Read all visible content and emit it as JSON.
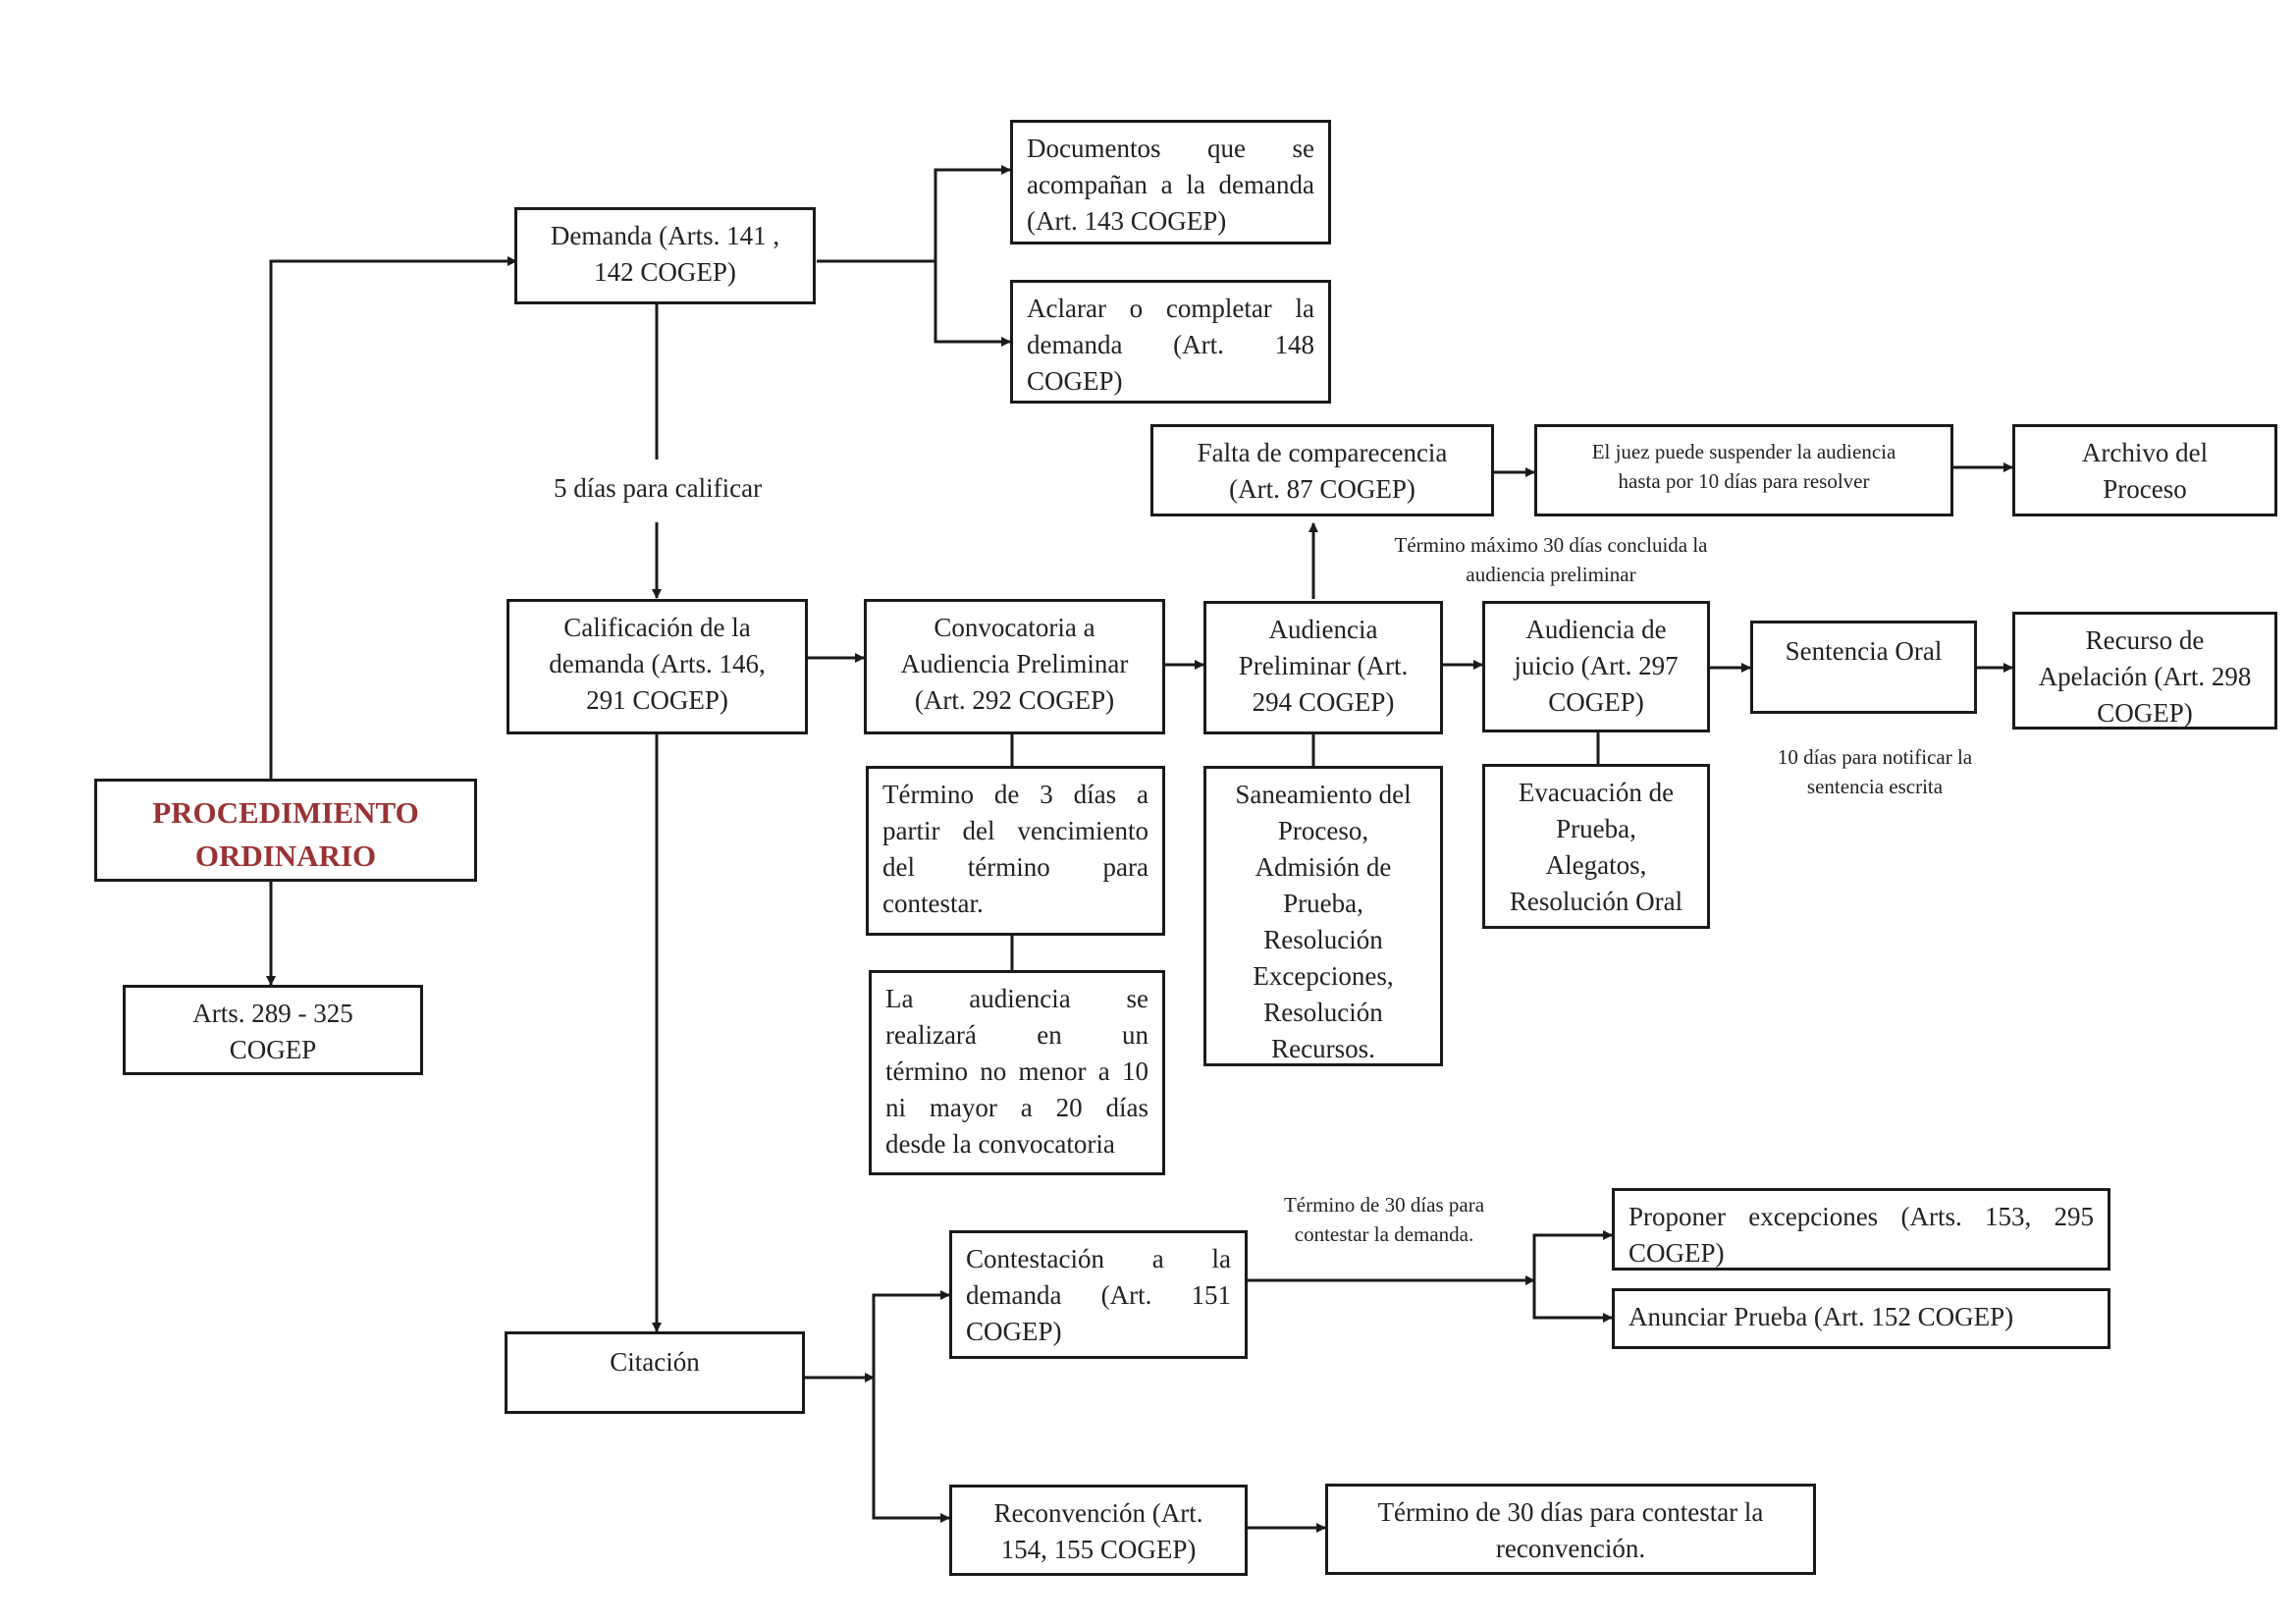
{
  "title": [
    "PROCEDIMIENTO",
    "ORDINARIO"
  ],
  "articulos": [
    "Arts. 289 - 325",
    "COGEP"
  ],
  "demanda": [
    "Demanda (Arts. 141 ,",
    "142 COGEP)"
  ],
  "documentos": [
    "Documentos que se",
    "acompañan a la demanda",
    "(Art. 143 COGEP)"
  ],
  "aclarar": [
    "Aclarar o completar la",
    "demanda (Art. 148",
    "COGEP)"
  ],
  "dias_calificar": "5 días para calificar",
  "calificacion": [
    "Calificación de la",
    "demanda (Arts. 146,",
    "291 COGEP)"
  ],
  "convocatoria": [
    "Convocatoria a",
    "Audiencia Preliminar",
    "(Art. 292 COGEP)"
  ],
  "termino_3": [
    "Término de 3 días a",
    "partir del vencimiento",
    "del término para",
    "contestar."
  ],
  "audiencia_realizara": [
    "La audiencia se",
    "realizará en un",
    "término no menor a 10",
    "ni mayor a 20 días",
    "desde la convocatoria"
  ],
  "audiencia_preliminar": [
    "Audiencia",
    "Preliminar (Art.",
    "294 COGEP)"
  ],
  "saneamiento": [
    "Saneamiento del",
    "Proceso,",
    "Admisión de",
    "Prueba,",
    "Resolución",
    "Excepciones,",
    "Resolución",
    "Recursos."
  ],
  "falta": [
    "Falta de comparecencia",
    "(Art. 87 COGEP)"
  ],
  "juez": [
    "El juez puede suspender  la audiencia",
    "hasta por 10 días para resolver"
  ],
  "archivo": [
    "Archivo del",
    "Proceso"
  ],
  "termino_max": [
    "Término máximo 30 días concluida la",
    "audiencia preliminar"
  ],
  "audiencia_juicio": [
    "Audiencia de",
    "juicio (Art. 297",
    "COGEP)"
  ],
  "evacuacion": [
    "Evacuación de",
    "Prueba,",
    "Alegatos,",
    "Resolución Oral"
  ],
  "sentencia": "Sentencia Oral",
  "dias_notificar": [
    "10 días para notificar la",
    "sentencia escrita"
  ],
  "recurso": [
    "Recurso de",
    "Apelación (Art. 298",
    "COGEP)"
  ],
  "citacion": "Citación",
  "contestacion": [
    "Contestación a la",
    "demanda (Art. 151",
    "COGEP)"
  ],
  "termino_30": [
    "Término de 30 días para",
    "contestar la demanda."
  ],
  "proponer": [
    "Proponer excepciones (Arts. 153, 295",
    "COGEP)"
  ],
  "anunciar": "Anunciar Prueba (Art. 152 COGEP)",
  "reconvencion": [
    "Reconvención (Art.",
    "154, 155 COGEP)"
  ],
  "termino_reconv": [
    "Término de 30 días para contestar la",
    "reconvención."
  ]
}
